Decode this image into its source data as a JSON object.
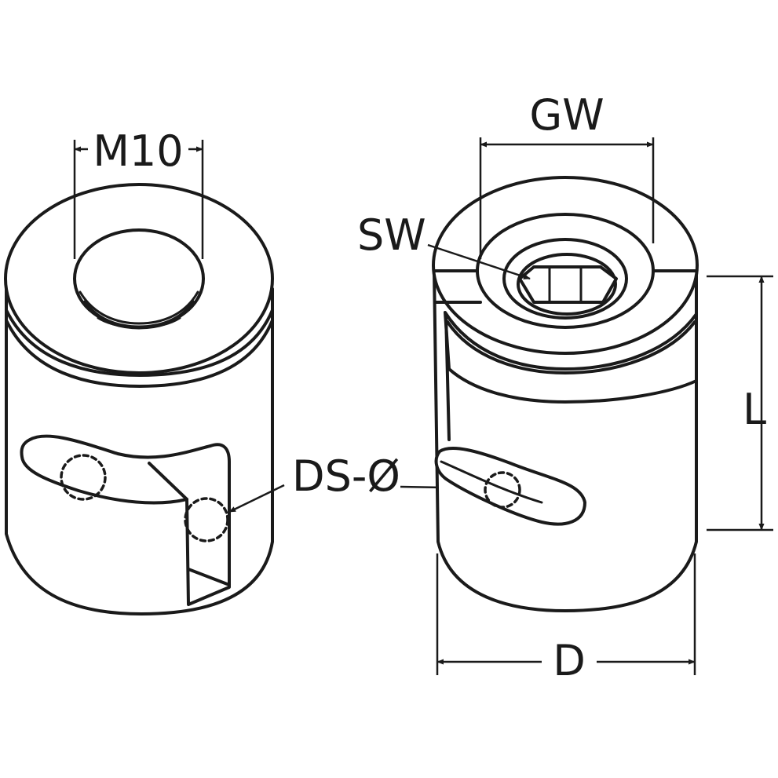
{
  "labels": {
    "thread": "M10",
    "wrench_width": "GW",
    "socket_width": "SW",
    "length": "L",
    "cable_diameter": "DS-Ø",
    "diameter": "D"
  },
  "colors": {
    "stroke": "#1a1a1a",
    "fill": "#ffffff"
  }
}
